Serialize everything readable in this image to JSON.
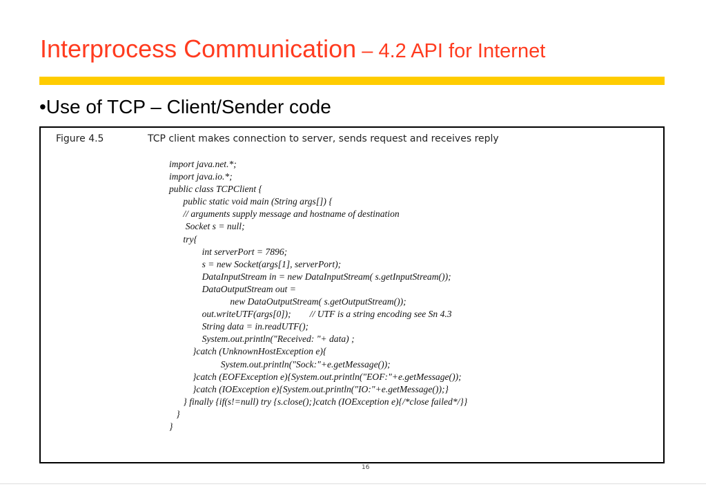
{
  "slide": {
    "title_main": "Interprocess Communication",
    "title_sub": " – 4.2 API for Internet",
    "bullet": "•Use of TCP – Client/Sender code",
    "page_number": "16"
  },
  "figure": {
    "number": "Figure 4.5",
    "caption": "TCP client makes connection to server, sends request and receives reply",
    "code_lines": [
      "import java.net.*;",
      "import java.io.*;",
      "public class TCPClient {",
      "      public static void main (String args[]) {",
      "      // arguments supply message and hostname of destination",
      "       Socket s = null;",
      "      try{",
      "              int serverPort = 7896;",
      "              s = new Socket(args[1], serverPort);",
      "              DataInputStream in = new DataInputStream( s.getInputStream());",
      "              DataOutputStream out =",
      "                          new DataOutputStream( s.getOutputStream());",
      "              out.writeUTF(args[0]);        // UTF is a string encoding see Sn 4.3",
      "              String data = in.readUTF();",
      "              System.out.println(\"Received: \"+ data) ;",
      "          }catch (UnknownHostException e){",
      "                      System.out.println(\"Sock:\"+e.getMessage());",
      "          }catch (EOFException e){System.out.println(\"EOF:\"+e.getMessage());",
      "          }catch (IOException e){System.out.println(\"IO:\"+e.getMessage());}",
      "      } finally {if(s!=null) try {s.close();}catch (IOException e){/*close failed*/}}",
      "   }",
      "}"
    ]
  }
}
